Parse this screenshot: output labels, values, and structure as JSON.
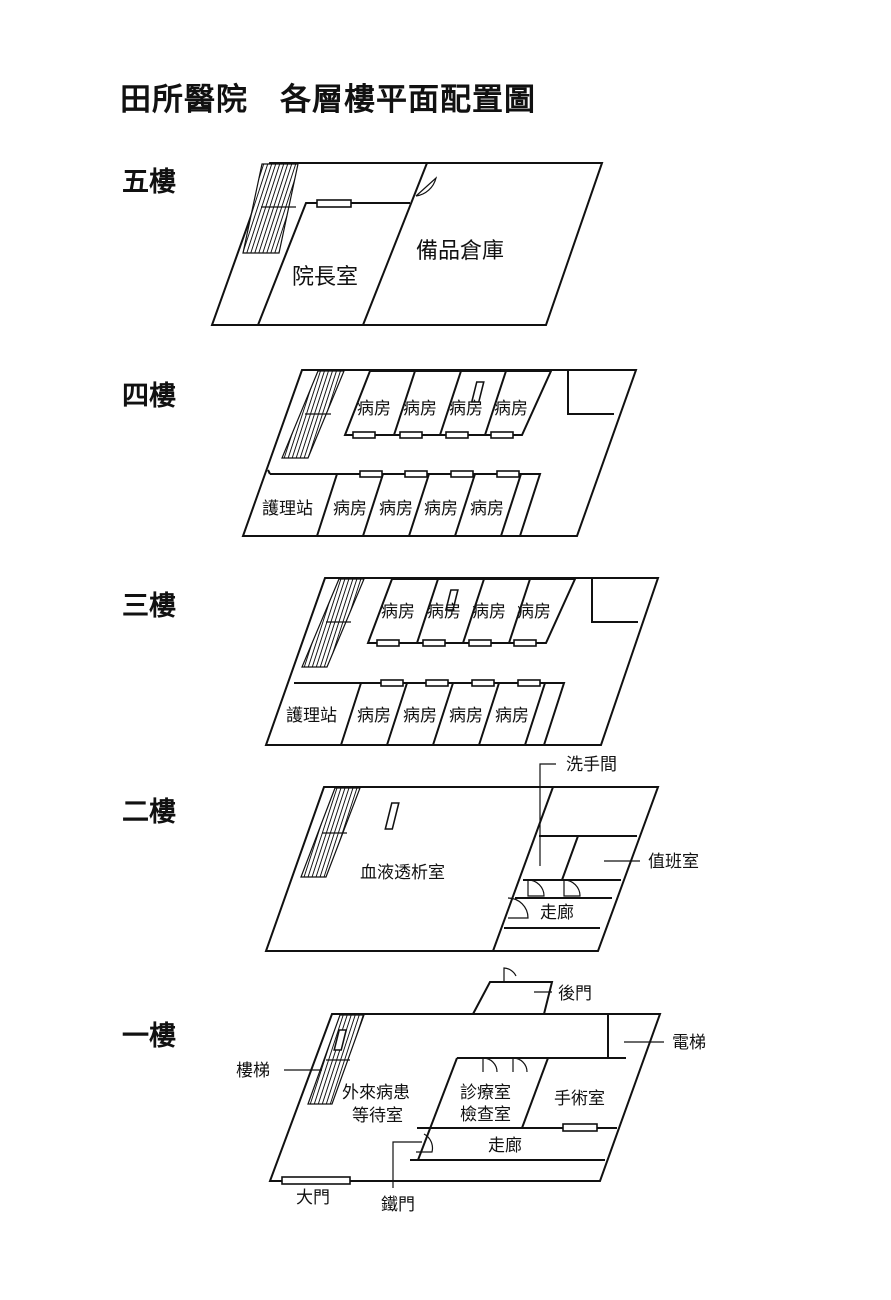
{
  "title": "田所醫院　各層樓平面配置圖",
  "floors": {
    "f5": {
      "label": "五樓",
      "rooms": {
        "director": "院長室",
        "storage": "備品倉庫"
      }
    },
    "f4": {
      "label": "四樓",
      "rooms": {
        "top": [
          "病房",
          "病房",
          "病房",
          "病房"
        ],
        "nurse": "護理站",
        "bottom": [
          "病房",
          "病房",
          "病房",
          "病房"
        ]
      }
    },
    "f3": {
      "label": "三樓",
      "rooms": {
        "top": [
          "病房",
          "病房",
          "病房",
          "病房"
        ],
        "nurse": "護理站",
        "bottom": [
          "病房",
          "病房",
          "病房",
          "病房"
        ]
      }
    },
    "f2": {
      "label": "二樓",
      "rooms": {
        "dialysis": "血液透析室",
        "corridor": "走廊",
        "toilet": "洗手間",
        "duty": "值班室"
      }
    },
    "f1": {
      "label": "一樓",
      "rooms": {
        "waiting_1": "外來病患",
        "waiting_2": "等待室",
        "consult_1": "診療室",
        "consult_2": "檢查室",
        "surgery": "手術室",
        "corridor": "走廊"
      },
      "callouts": {
        "back_door": "後門",
        "elevator": "電梯",
        "stairs": "樓梯",
        "main_door": "大門",
        "iron_door": "鐵門"
      }
    }
  }
}
